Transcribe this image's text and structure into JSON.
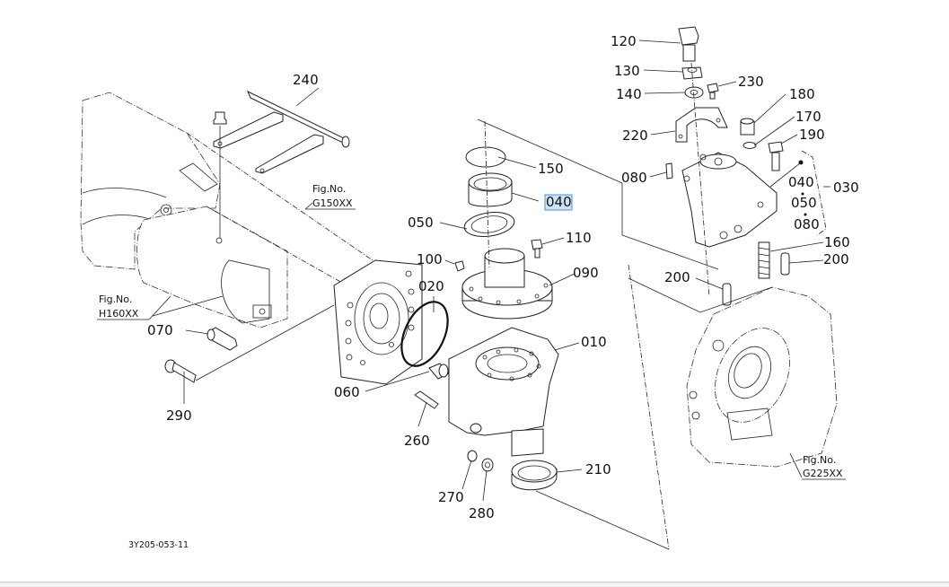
{
  "diagram": {
    "title": "Exploded parts diagram",
    "document_code": "3Y205-053-11",
    "selected_part": "040",
    "colors": {
      "line": "#222222",
      "background": "#ffffff",
      "highlight_fill": "#cfe3f7",
      "highlight_border": "#4a90d9"
    },
    "figure_refs": [
      {
        "line1": "Fig.No.",
        "line2": "G150XX"
      },
      {
        "line1": "Fig.No.",
        "line2": "H160XX"
      },
      {
        "line1": "Fig.No.",
        "line2": "G225XX"
      }
    ],
    "callouts": {
      "p010": "010",
      "p020": "020",
      "p030": "030",
      "p040": "040",
      "p040b": "040",
      "p050": "050",
      "p050b": "050",
      "p060": "060",
      "p070": "070",
      "p080": "080",
      "p080b": "080",
      "p090": "090",
      "p100": "100",
      "p110": "110",
      "p120": "120",
      "p130": "130",
      "p140": "140",
      "p150": "150",
      "p160": "160",
      "p170": "170",
      "p180": "180",
      "p190": "190",
      "p200": "200",
      "p200b": "200",
      "p210": "210",
      "p220": "220",
      "p230": "230",
      "p240": "240",
      "p260": "260",
      "p270": "270",
      "p280": "280",
      "p290": "290"
    },
    "kit_030_contents": [
      "040",
      "050",
      "080"
    ]
  }
}
